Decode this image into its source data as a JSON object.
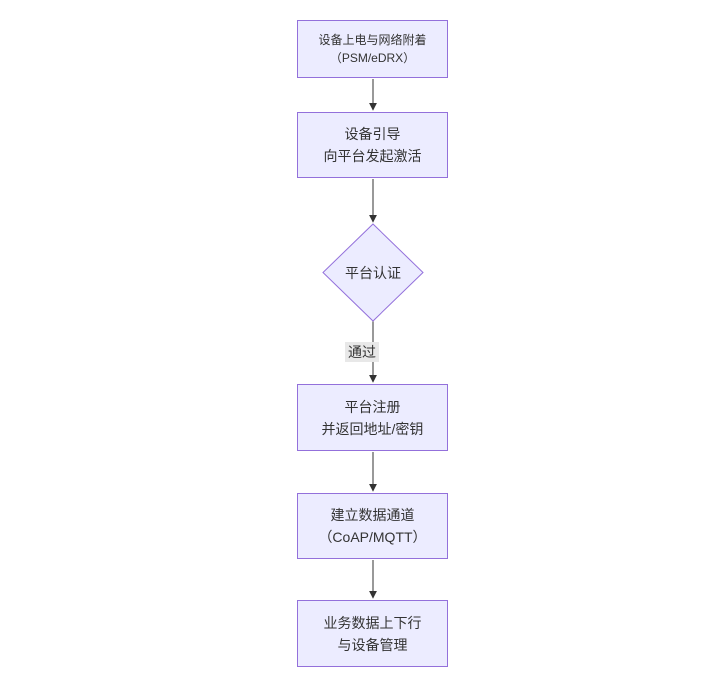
{
  "diagram": {
    "type": "flowchart",
    "direction": "top-down",
    "colors": {
      "node_fill": "#ECECFF",
      "node_border": "#9370DB",
      "text": "#333333",
      "arrow": "#333333",
      "edge_label_bg": "#e8e8e8"
    },
    "nodes": [
      {
        "id": "power-attach",
        "shape": "rect",
        "label_line1": "设备上电与网络附着",
        "label_line2": "（PSM/eDRX）"
      },
      {
        "id": "bootstrap-activate",
        "shape": "rect",
        "label_line1": "设备引导",
        "label_line2": "向平台发起激活"
      },
      {
        "id": "platform-auth",
        "shape": "diamond",
        "label": "平台认证"
      },
      {
        "id": "platform-register",
        "shape": "rect",
        "label_line1": "平台注册",
        "label_line2": "并返回地址/密钥"
      },
      {
        "id": "data-channel",
        "shape": "rect",
        "label_line1": "建立数据通道",
        "label_line2": "（CoAP/MQTT）"
      },
      {
        "id": "business-data",
        "shape": "rect",
        "label_line1": "业务数据上下行",
        "label_line2": "与设备管理"
      }
    ],
    "edges": [
      {
        "from": "power-attach",
        "to": "bootstrap-activate",
        "label": ""
      },
      {
        "from": "bootstrap-activate",
        "to": "platform-auth",
        "label": ""
      },
      {
        "from": "platform-auth",
        "to": "platform-register",
        "label": "通过"
      },
      {
        "from": "platform-register",
        "to": "data-channel",
        "label": ""
      },
      {
        "from": "data-channel",
        "to": "business-data",
        "label": ""
      }
    ]
  }
}
